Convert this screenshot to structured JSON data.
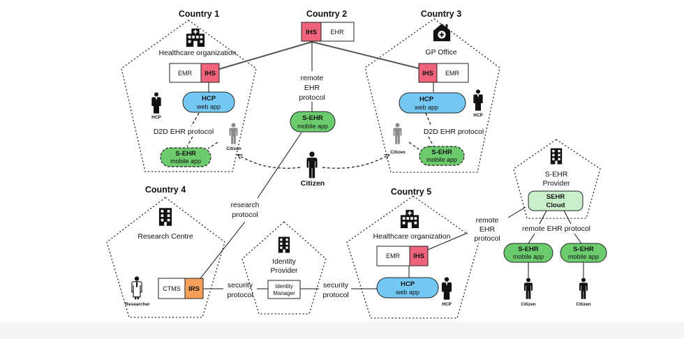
{
  "countries": {
    "c1": {
      "title": "Country 1",
      "org": "Healthcare organization",
      "emr": "EMR",
      "ihs": "IHS",
      "hcp_app_title": "HCP",
      "hcp_app_sub": "web app",
      "hcp_person": "HCP",
      "protocol": "D2D EHR protocol",
      "sehr_title": "S-EHR",
      "sehr_sub": "mobile app",
      "citizen": "Citizen"
    },
    "c2": {
      "title": "Country 2",
      "ihs": "IHS",
      "ehr": "EHR",
      "remote_1": "remote",
      "remote_2": "EHR",
      "remote_3": "protocol",
      "sehr_title": "S-EHR",
      "sehr_sub": "mobile app",
      "citizen": "Citizen"
    },
    "c3": {
      "title": "Country 3",
      "org": "GP Office",
      "ihs": "IHS",
      "emr": "EMR",
      "hcp_app_title": "HCP",
      "hcp_app_sub": "web app",
      "hcp_person": "HCP",
      "protocol": "D2D EHR protocol",
      "citizen": "Citizen",
      "sehr_title": "S-EHR",
      "sehr_sub": "mobile app"
    },
    "c4": {
      "title": "Country 4",
      "org": "Research Centre",
      "research_1": "research",
      "research_2": "protocol",
      "ctms": "CTMS",
      "irs": "IRS",
      "researcher": "Researcher",
      "security_1": "security",
      "security_2": "protocol"
    },
    "idp": {
      "title_1": "Identity",
      "title_2": "Provider",
      "manager_1": "Identity",
      "manager_2": "Manager"
    },
    "c5": {
      "title": "Country 5",
      "org": "Healthcare organization",
      "emr": "EMR",
      "ihs": "IHS",
      "hcp_app_title": "HCP",
      "hcp_app_sub": "web app",
      "hcp_person": "HCP",
      "security_1": "security",
      "security_2": "protocol",
      "remote_1": "remote",
      "remote_2": "EHR",
      "remote_3": "protocol"
    },
    "provider": {
      "title_1": "S-EHR",
      "title_2": "Provider",
      "cloud_1": "SEHR",
      "cloud_2": "Cloud",
      "protocol": "remote EHR protocol",
      "app1_title": "S-EHR",
      "app1_sub": "mobile app",
      "app2_title": "S-EHR",
      "app2_sub": "mobile app",
      "citizen1": "Citizen",
      "citizen2": "Citizen"
    }
  },
  "colors": {
    "ihs": "#f0647b",
    "irs": "#f7a05a",
    "hcp_app": "#74c8f4",
    "sehr_app": "#6ccb6c",
    "sehr_cloud": "#c9efcb",
    "person": "#111111",
    "citizen_grey": "#8a8a8a"
  },
  "icons": [
    "hospital-icon",
    "gp-office-icon",
    "building-icon",
    "person-icon",
    "doctor-icon",
    "researcher-icon"
  ]
}
